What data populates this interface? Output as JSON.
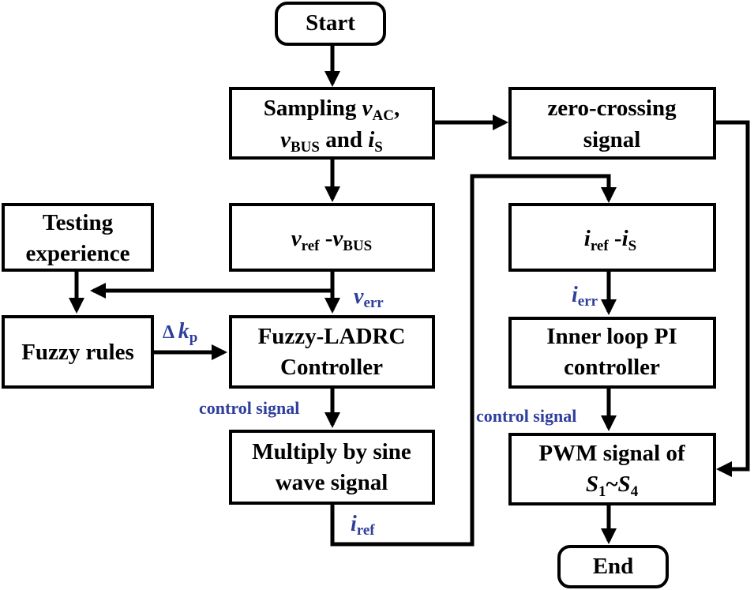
{
  "colors": {
    "label": "#2e3e9c",
    "line": "#000000"
  },
  "nodes": {
    "start": "Start",
    "end": "End",
    "sampling": {
      "line1_prefix": "Sampling ",
      "line1_var": "v",
      "line1_sub": "AC",
      "line1_suffix": ",",
      "line2_var": "v",
      "line2_sub": "BUS",
      "line2_mid": " and ",
      "line2_var2": "i",
      "line2_sub2": "S"
    },
    "zero_crossing": {
      "line1": "zero-crossing",
      "line2": "signal"
    },
    "testing": {
      "line1": "Testing",
      "line2": "experience"
    },
    "vdiff": {
      "var1": "v",
      "sub1": "ref",
      "mid": " -",
      "var2": "v",
      "sub2": "BUS"
    },
    "idiff": {
      "var1": "i",
      "sub1": "ref",
      "mid": " -",
      "var2": "i",
      "sub2": "S"
    },
    "fuzzy_rules": "Fuzzy rules",
    "fuzzy_ladrc": {
      "line1": "Fuzzy-LADRC",
      "line2": "Controller"
    },
    "inner_loop": {
      "line1": "Inner loop PI",
      "line2": "controller"
    },
    "multiply": {
      "line1": "Multiply by sine",
      "line2": "wave signal"
    },
    "pwm": {
      "line1": "PWM signal of",
      "var1": "S",
      "sub1": "1",
      "mid": "~",
      "var2": "S",
      "sub2": "4"
    }
  },
  "labels": {
    "verr": {
      "var": "v",
      "sub": "err"
    },
    "ierr": {
      "var": "i",
      "sub": "err"
    },
    "iref": {
      "var": "i",
      "sub": "ref"
    },
    "delta_kp": {
      "delta": "Δ ",
      "var": "k",
      "sub": "p"
    },
    "control_signal_left": "control signal",
    "control_signal_right": "control signal"
  }
}
